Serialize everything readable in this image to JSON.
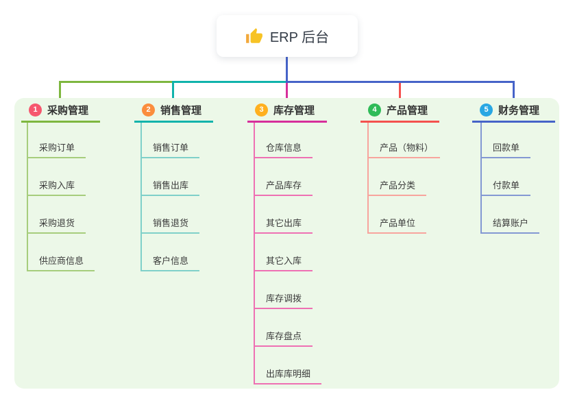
{
  "root": {
    "label": "ERP 后台",
    "icon": "thumbs-up-icon",
    "trunk_color": "#4663c8"
  },
  "panel": {
    "background": "#ecf8e8"
  },
  "branches": [
    {
      "num": "1",
      "label": "采购管理",
      "badge_color": "#f6576e",
      "line_color": "#7eb73f",
      "child_line_color": "#a6cd7c",
      "children": [
        "采购订单",
        "采购入库",
        "采购退货",
        "供应商信息"
      ]
    },
    {
      "num": "2",
      "label": "销售管理",
      "badge_color": "#fb8d3d",
      "line_color": "#10b3ab",
      "child_line_color": "#7fd0c9",
      "children": [
        "销售订单",
        "销售出库",
        "销售退货",
        "客户信息"
      ]
    },
    {
      "num": "3",
      "label": "库存管理",
      "badge_color": "#ffb01f",
      "line_color": "#d62f9b",
      "child_line_color": "#ee70b3",
      "children": [
        "仓库信息",
        "产品库存",
        "其它出库",
        "其它入库",
        "库存调拨",
        "库存盘点",
        "出库库明细"
      ]
    },
    {
      "num": "4",
      "label": "产品管理",
      "badge_color": "#2fbb58",
      "line_color": "#f4514e",
      "child_line_color": "#f8a49d",
      "children": [
        "产品（物料）",
        "产品分类",
        "产品单位"
      ]
    },
    {
      "num": "5",
      "label": "财务管理",
      "badge_color": "#29a7e3",
      "line_color": "#4663c8",
      "child_line_color": "#8398d3",
      "children": [
        "回款单",
        "付款单",
        "结算账户"
      ]
    }
  ]
}
